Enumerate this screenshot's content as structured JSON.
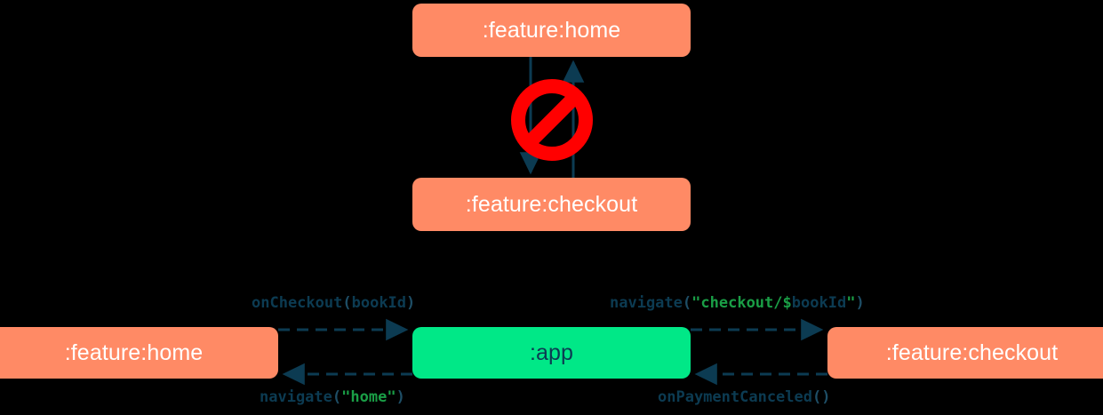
{
  "diagram": {
    "title": "module navigation diagram",
    "colors": {
      "feature_module": "#FF8A65",
      "app_module": "#00E887",
      "arrow": "#0C3B52",
      "forbidden": "#FF0000",
      "string_literal": "#1A9E46",
      "identifier": "#0C3B52",
      "node_text_light": "#FFFFFF",
      "background": "#000000"
    },
    "top_section": {
      "nodes": [
        {
          "id": "home-top",
          "label": ":feature:home",
          "type": "feature"
        },
        {
          "id": "checkout-top",
          "label": ":feature:checkout",
          "type": "feature"
        }
      ],
      "edges": [
        {
          "from": "home-top",
          "to": "checkout-top",
          "style": "solid",
          "direction": "down"
        },
        {
          "from": "checkout-top",
          "to": "home-top",
          "style": "solid",
          "direction": "up"
        }
      ],
      "annotation": {
        "icon": "forbidden-icon",
        "meaning": "direct dependency not allowed"
      }
    },
    "bottom_section": {
      "nodes": [
        {
          "id": "home-bottom",
          "label": ":feature:home",
          "type": "feature"
        },
        {
          "id": "app",
          "label": ":app",
          "type": "app"
        },
        {
          "id": "checkout-bottom",
          "label": ":feature:checkout",
          "type": "feature"
        }
      ],
      "edges": [
        {
          "from": "home-bottom",
          "to": "app",
          "style": "dashed",
          "direction": "right",
          "label_id": "oncheckout"
        },
        {
          "from": "app",
          "to": "home-bottom",
          "style": "dashed",
          "direction": "left",
          "label_id": "navigate-home"
        },
        {
          "from": "app",
          "to": "checkout-bottom",
          "style": "dashed",
          "direction": "right",
          "label_id": "navigate-checkout"
        },
        {
          "from": "checkout-bottom",
          "to": "app",
          "style": "dashed",
          "direction": "left",
          "label_id": "onpaymentcanceled"
        }
      ]
    },
    "labels": {
      "oncheckout": {
        "full": "onCheckout(bookId)",
        "name": "onCheckout",
        "open": "(",
        "arg": "bookId",
        "close": ")"
      },
      "navigate_checkout": {
        "full": "navigate(\"checkout/$bookId\")",
        "name": "navigate",
        "open": "(",
        "quote_open": "\"",
        "path": "checkout/",
        "dollar": "$",
        "arg": "bookId",
        "quote_close": "\"",
        "close": ")"
      },
      "navigate_home": {
        "full": "navigate(\"home\")",
        "name": "navigate",
        "open": "(",
        "quote_open": "\"",
        "route": "home",
        "quote_close": "\"",
        "close": ")"
      },
      "onpaymentcanceled": {
        "full": "onPaymentCanceled()",
        "name": "onPaymentCanceled",
        "parens": "()"
      }
    }
  }
}
